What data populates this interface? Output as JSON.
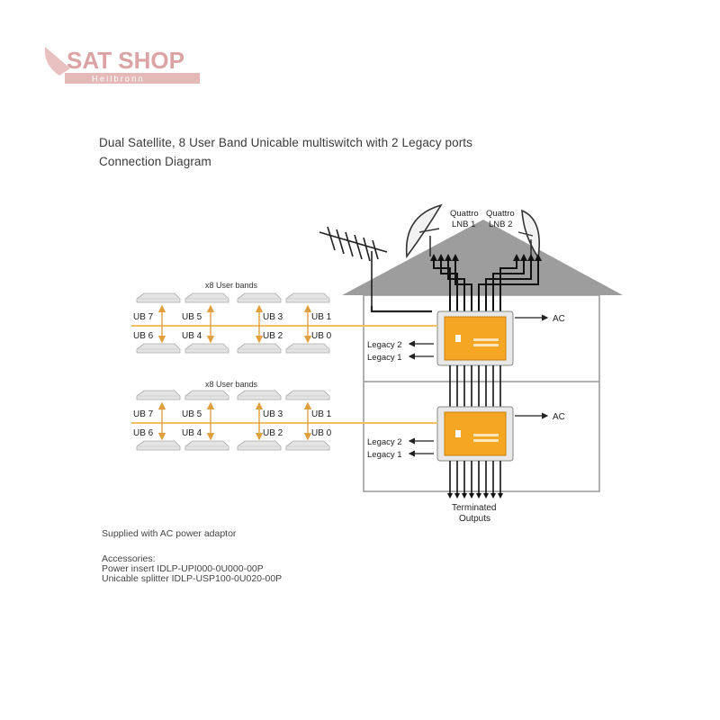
{
  "logo": {
    "brand": "SAT SHOP",
    "city": "Heilbronn",
    "color": "#d9a0a0"
  },
  "title": {
    "line1": "Dual Satellite, 8 User Band Unicable multiswitch with 2 Legacy ports",
    "line2": "Connection Diagram"
  },
  "lnb": {
    "left": "Quattro LNB 1",
    "left_l1": "Quattro",
    "left_l2": "LNB 1",
    "right_l1": "Quattro",
    "right_l2": "LNB 2"
  },
  "floors": [
    {
      "user_bands_label": "x8 User bands",
      "upper_labels": [
        "UB 7",
        "UB 5",
        "UB 3",
        "UB 1"
      ],
      "lower_labels": [
        "UB 6",
        "UB 4",
        "UB 2",
        "UB 0"
      ],
      "ac": "AC",
      "legacy2": "Legacy 2",
      "legacy1": "Legacy 1"
    },
    {
      "user_bands_label": "x8 User bands",
      "upper_labels": [
        "UB 7",
        "UB 5",
        "UB 3",
        "UB 1"
      ],
      "lower_labels": [
        "UB 6",
        "UB 4",
        "UB 2",
        "UB 0"
      ],
      "ac": "AC",
      "legacy2": "Legacy 2",
      "legacy1": "Legacy 1"
    }
  ],
  "terminated": {
    "line1": "Terminated",
    "line2": "Outputs"
  },
  "notes": {
    "supplied": "Supplied with AC power adaptor",
    "accessories": "Accessories:",
    "power_insert": "Power insert IDLP-UPI000-0U000-00P",
    "splitter": "Unicable splitter  IDLP-USP100-0U020-00P"
  },
  "colors": {
    "signal": "#f0c060",
    "switch": "#f5a623",
    "roof": "#9a9a9a"
  }
}
